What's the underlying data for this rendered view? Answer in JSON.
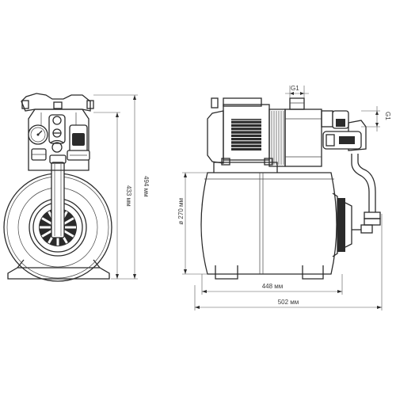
{
  "diagram": {
    "colors": {
      "line": "#2b2b2b",
      "dimension": "#555555",
      "background": "#ffffff"
    },
    "dimensions": {
      "height_total": "494 мм",
      "height_tank": "433 мм",
      "diameter_tank": "ø 270 мм",
      "length_tank": "448 мм",
      "length_total": "502 мм",
      "thread_top": "G1",
      "thread_side": "G1"
    }
  }
}
